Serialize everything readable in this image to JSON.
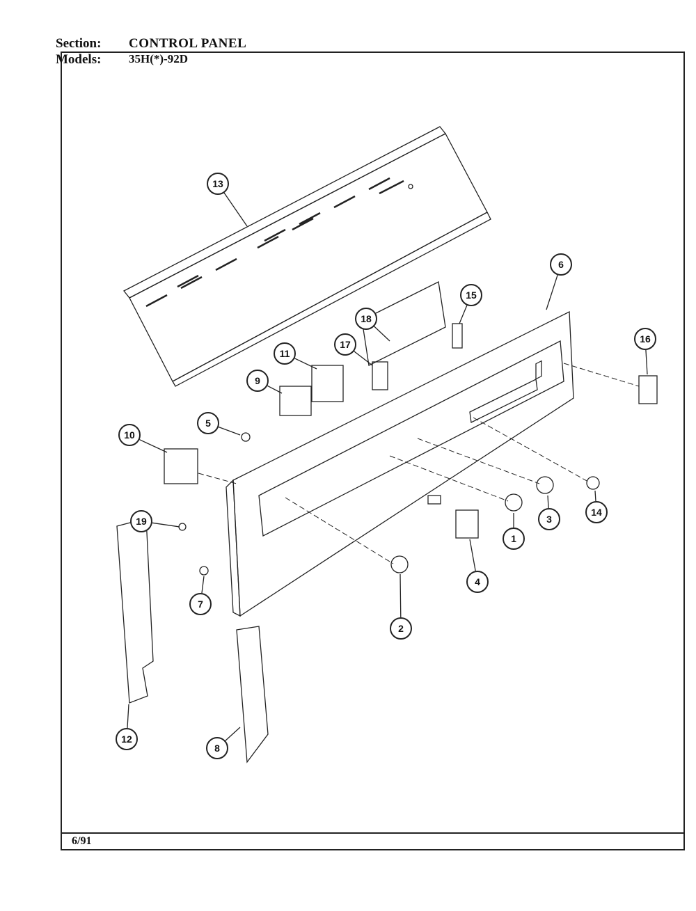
{
  "header": {
    "section_label": "Section:",
    "section_value": "CONTROL PANEL",
    "models_label": "Models:",
    "models_value": "35H(*)-92D"
  },
  "footer": {
    "date": "6/91"
  },
  "callouts": [
    "13",
    "6",
    "15",
    "18",
    "16",
    "17",
    "11",
    "9",
    "5",
    "10",
    "14",
    "3",
    "19",
    "1",
    "4",
    "7",
    "2",
    "12",
    "8"
  ]
}
